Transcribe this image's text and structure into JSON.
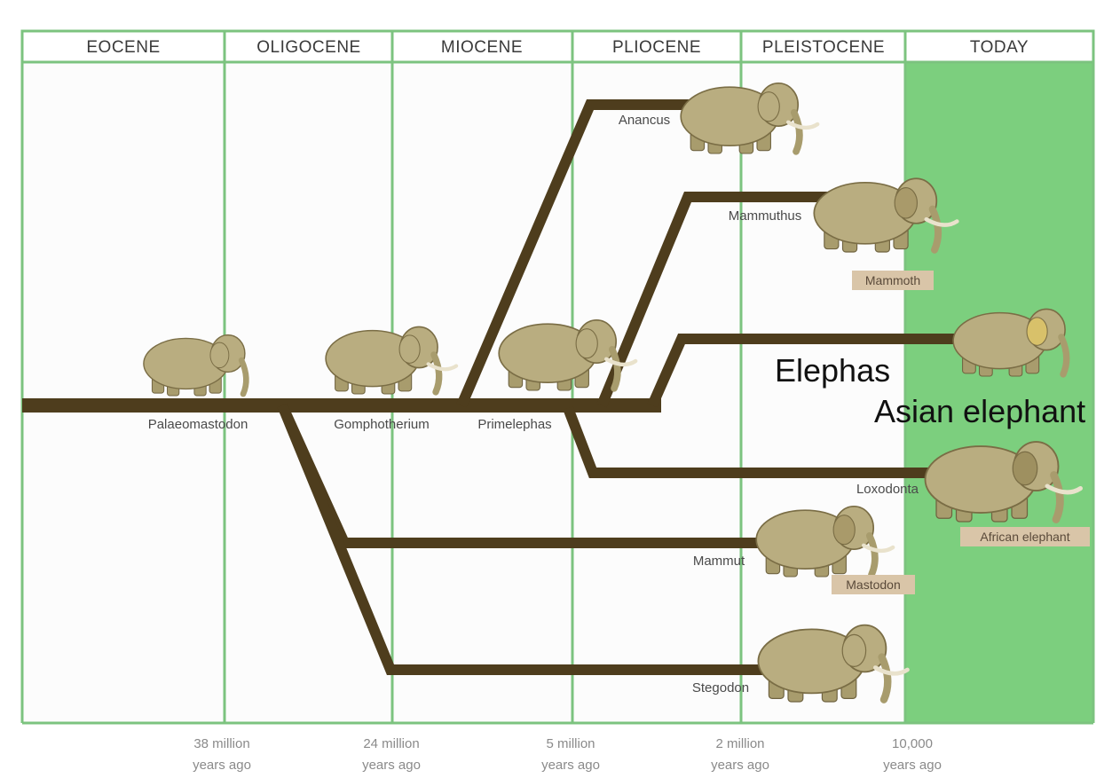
{
  "eras": [
    "EOCENE",
    "OLIGOCENE",
    "MIOCENE",
    "PLIOCENE",
    "PLEISTOCENE",
    "TODAY"
  ],
  "time_labels": [
    {
      "line1": "38 million",
      "line2": "years ago"
    },
    {
      "line1": "24 million",
      "line2": "years ago"
    },
    {
      "line1": "5 million",
      "line2": "years ago"
    },
    {
      "line1": "2 million",
      "line2": "years ago"
    },
    {
      "line1": "10,000",
      "line2": "years ago"
    }
  ],
  "genera": {
    "palaeomastodon": "Palaeomastodon",
    "gomphotherium": "Gomphotherium",
    "primelephas": "Primelephas",
    "anancus": "Anancus",
    "mammuthus": "Mammuthus",
    "loxodonta": "Loxodonta",
    "mammut": "Mammut",
    "stegodon": "Stegodon"
  },
  "common_names": {
    "mammoth": "Mammoth",
    "african_elephant": "African elephant",
    "mastodon": "Mastodon"
  },
  "annotations": {
    "elephas": "Elephas",
    "asian_elephant": "Asian elephant"
  },
  "colors": {
    "branch": "#4e3d1d",
    "today_panel": "#7ccf7e",
    "column_lines": "#7cc37f",
    "elephant": "#b9ad80"
  }
}
